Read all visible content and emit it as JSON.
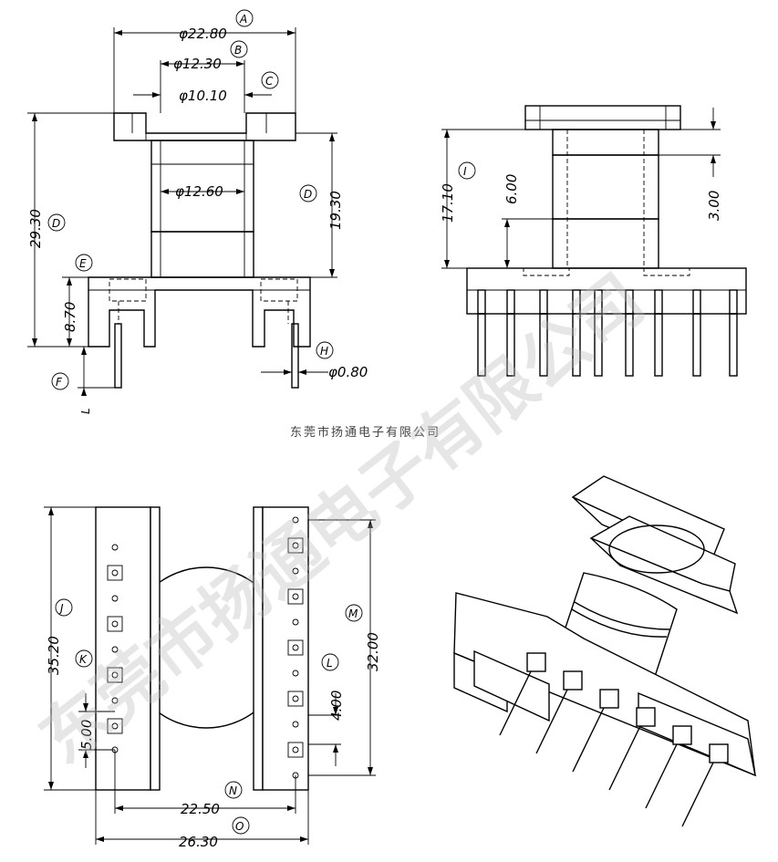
{
  "company_caption": "东莞市扬通电子有限公司",
  "watermark": "东莞市扬通电子有限公司",
  "dimensions": {
    "A": "φ22.80",
    "B": "φ12.30",
    "C": "φ10.10",
    "inner": "φ12.60",
    "D_left": "29.30",
    "D_right": "19.30",
    "E": "8.70",
    "H": "φ0.80",
    "I": "17.10",
    "I_inner": "6.00",
    "side_offset": "3.00",
    "J": "35.20",
    "K": "5.00",
    "L": "4.00",
    "M": "32.00",
    "N": "22.50",
    "O": "26.30"
  },
  "labels": {
    "A": "A",
    "B": "B",
    "C": "C",
    "D1": "D",
    "D2": "D",
    "E": "E",
    "F": "F",
    "Lpin": "L",
    "H": "H",
    "I": "I",
    "J": "J",
    "K": "K",
    "L": "L",
    "M": "M",
    "N": "N",
    "O": "O"
  }
}
